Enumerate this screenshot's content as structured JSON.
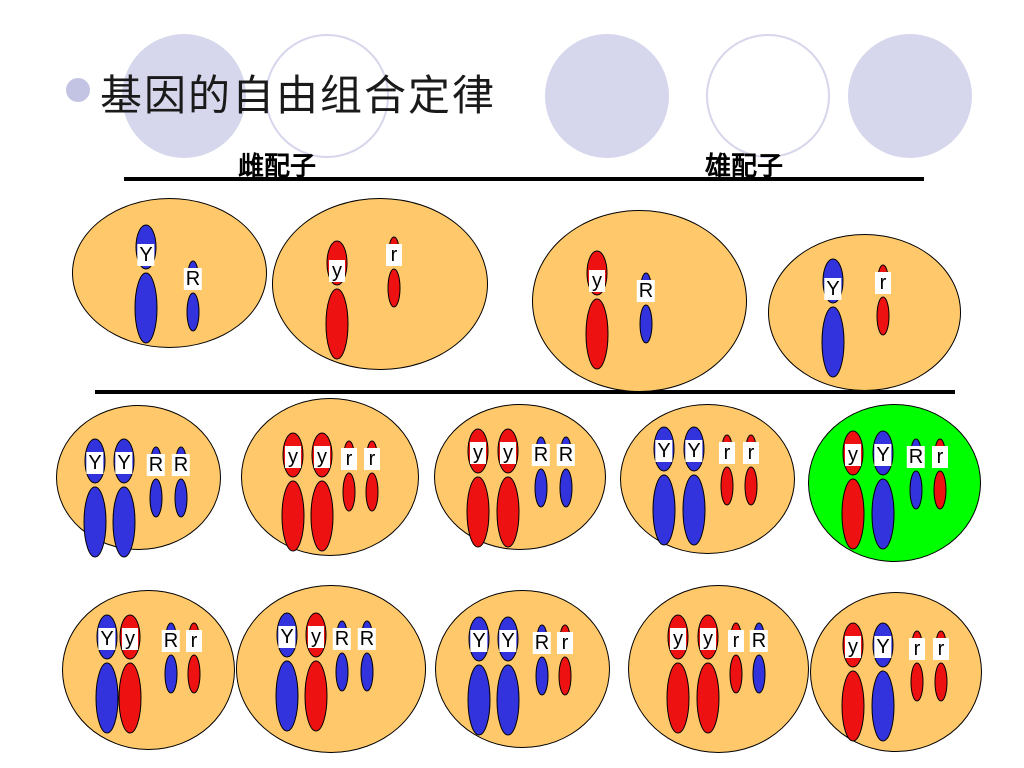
{
  "title": "基因的自由组合定律",
  "female_header": "雌配子",
  "male_header": "雄配子",
  "colors": {
    "cell": "#ffc96b",
    "cell_highlight": "#00ff00",
    "dominant": "#3333dd",
    "recessive": "#ee1111",
    "decor": "#d6d6ec"
  },
  "gametes": [
    {
      "side": "female",
      "alleles": [
        "Y",
        "R"
      ]
    },
    {
      "side": "female",
      "alleles": [
        "y",
        "r"
      ]
    },
    {
      "side": "male",
      "alleles": [
        "y",
        "R"
      ]
    },
    {
      "side": "male",
      "alleles": [
        "Y",
        "r"
      ]
    }
  ],
  "zygotes": [
    {
      "alleles": [
        "Y",
        "Y",
        "R",
        "R"
      ],
      "highlight": false
    },
    {
      "alleles": [
        "y",
        "y",
        "r",
        "r"
      ],
      "highlight": false
    },
    {
      "alleles": [
        "y",
        "y",
        "R",
        "R"
      ],
      "highlight": false
    },
    {
      "alleles": [
        "Y",
        "Y",
        "r",
        "r"
      ],
      "highlight": false
    },
    {
      "alleles": [
        "y",
        "Y",
        "R",
        "r"
      ],
      "highlight": true
    },
    {
      "alleles": [
        "Y",
        "y",
        "R",
        "r"
      ],
      "highlight": false
    },
    {
      "alleles": [
        "Y",
        "y",
        "R",
        "R"
      ],
      "highlight": false
    },
    {
      "alleles": [
        "Y",
        "Y",
        "R",
        "r"
      ],
      "highlight": false
    },
    {
      "alleles": [
        "y",
        "y",
        "r",
        "R"
      ],
      "highlight": false
    },
    {
      "alleles": [
        "y",
        "Y",
        "r",
        "r"
      ],
      "highlight": false
    }
  ]
}
